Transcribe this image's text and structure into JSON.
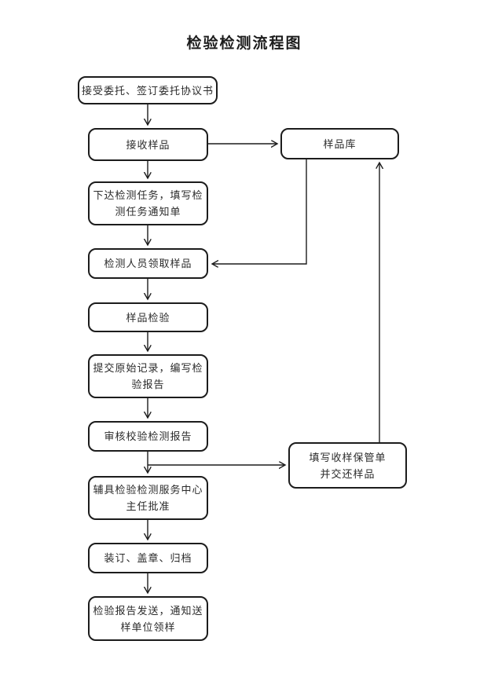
{
  "page": {
    "title": "检验检测流程图"
  },
  "flowchart": {
    "type": "flowchart",
    "colors": {
      "background": "#ffffff",
      "box_border": "#1c1c1c",
      "line": "#1c1c1c",
      "text": "#2b2b2b"
    },
    "nodes": [
      {
        "id": "accept",
        "label": "接受委托、签订委托协议书"
      },
      {
        "id": "receive",
        "label": "接收样品"
      },
      {
        "id": "assign",
        "label": "下达检测任务，填写检\n测任务通知单"
      },
      {
        "id": "collect",
        "label": "检测人员领取样品"
      },
      {
        "id": "test",
        "label": "样品检验"
      },
      {
        "id": "submit",
        "label": "提交原始记录，编写检\n验报告"
      },
      {
        "id": "review",
        "label": "审核校验检测报告"
      },
      {
        "id": "approve",
        "label": "辅具检验检测服务中心\n主任批准"
      },
      {
        "id": "bind",
        "label": "装订、盖章、归档"
      },
      {
        "id": "send",
        "label": "检验报告发送，通知送\n样单位领样"
      },
      {
        "id": "storage",
        "label": "样品库"
      },
      {
        "id": "return",
        "label": "填写收样保管单\n并交还样品"
      }
    ],
    "edges": [
      {
        "from": "accept",
        "to": "receive"
      },
      {
        "from": "receive",
        "to": "storage"
      },
      {
        "from": "receive",
        "to": "assign"
      },
      {
        "from": "assign",
        "to": "collect"
      },
      {
        "from": "storage",
        "to": "collect"
      },
      {
        "from": "collect",
        "to": "test"
      },
      {
        "from": "test",
        "to": "submit"
      },
      {
        "from": "submit",
        "to": "review"
      },
      {
        "from": "review",
        "to": "approve"
      },
      {
        "from": "review",
        "to": "return"
      },
      {
        "from": "return",
        "to": "storage"
      },
      {
        "from": "approve",
        "to": "bind"
      },
      {
        "from": "bind",
        "to": "send"
      }
    ]
  }
}
